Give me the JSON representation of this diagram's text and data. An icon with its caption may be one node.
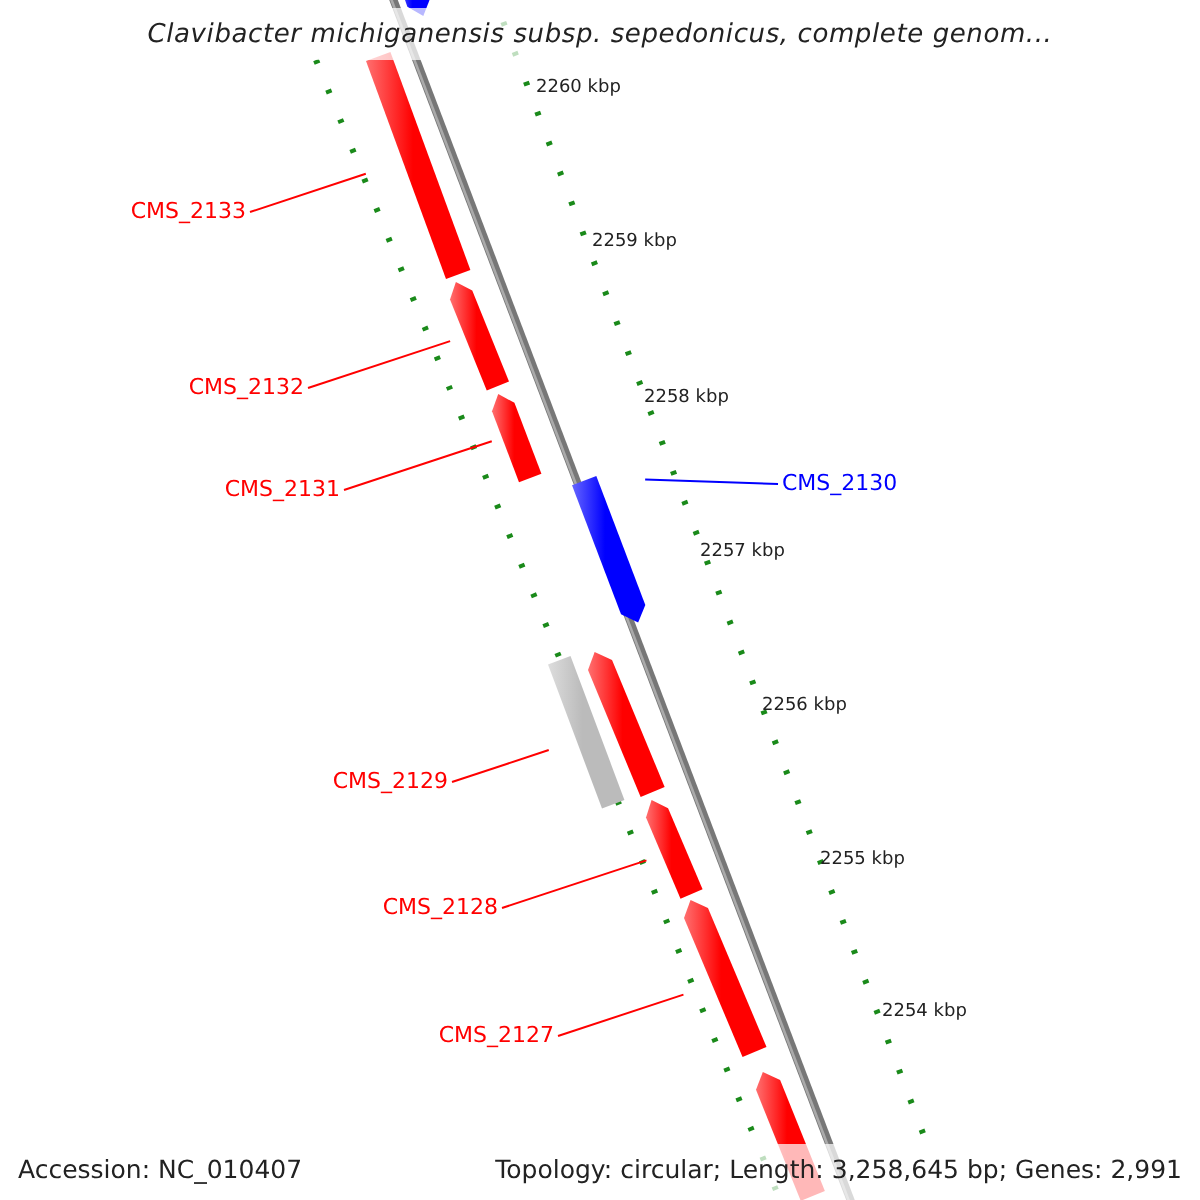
{
  "diagram": {
    "title": "Clavibacter michiganensis subsp. sepedonicus, complete genom...",
    "nodes": [
      {
        "text": [
          "CMS_2133"
        ]
      },
      {
        "text": [
          "CMS_2132"
        ]
      },
      {
        "text": [
          "CMS_2131"
        ]
      },
      {
        "text": [
          "CMS_2130"
        ]
      },
      {
        "text": [
          "CMS_2129"
        ]
      },
      {
        "text": [
          "CMS_2128"
        ]
      },
      {
        "text": [
          "CMS_2127"
        ]
      },
      {
        "text": [],
        "shape": "bar"
      },
      {
        "text": [],
        "shape": "bar"
      },
      {
        "text": [],
        "shape": "bar"
      },
      {
        "text": [],
        "shape": "bar"
      },
      {
        "text": [],
        "shape": "bar"
      },
      {
        "text": [],
        "shape": "bar"
      },
      {
        "text": [],
        "shape": "bar"
      },
      {
        "text": [],
        "shape": "bar"
      },
      {
        "text": [],
        "shape": "bar"
      },
      {
        "text": [],
        "shape": "bar"
      }
    ],
    "edges": [
      {
        "from": 0,
        "to": 8,
        "arrow": "none"
      },
      {
        "from": 1,
        "to": 9,
        "arrow": "none"
      },
      {
        "from": 2,
        "to": 10,
        "arrow": "none"
      },
      {
        "from": 3,
        "to": 11,
        "arrow": "none",
        "color": "#0000ff"
      },
      {
        "from": 4,
        "to": 12,
        "arrow": "none"
      },
      {
        "from": 5,
        "to": 14,
        "arrow": "none"
      },
      {
        "from": 6,
        "to": 15,
        "arrow": "none"
      }
    ],
    "labels": [
      "2260 kbp",
      "2259 kbp",
      "2258 kbp",
      "2257 kbp",
      "2256 kbp",
      "2255 kbp",
      "2254 kbp",
      "Accession: NC_010407",
      "Topology: circular; Length: 3,258,645 bp; Genes: 2,991"
    ]
  }
}
